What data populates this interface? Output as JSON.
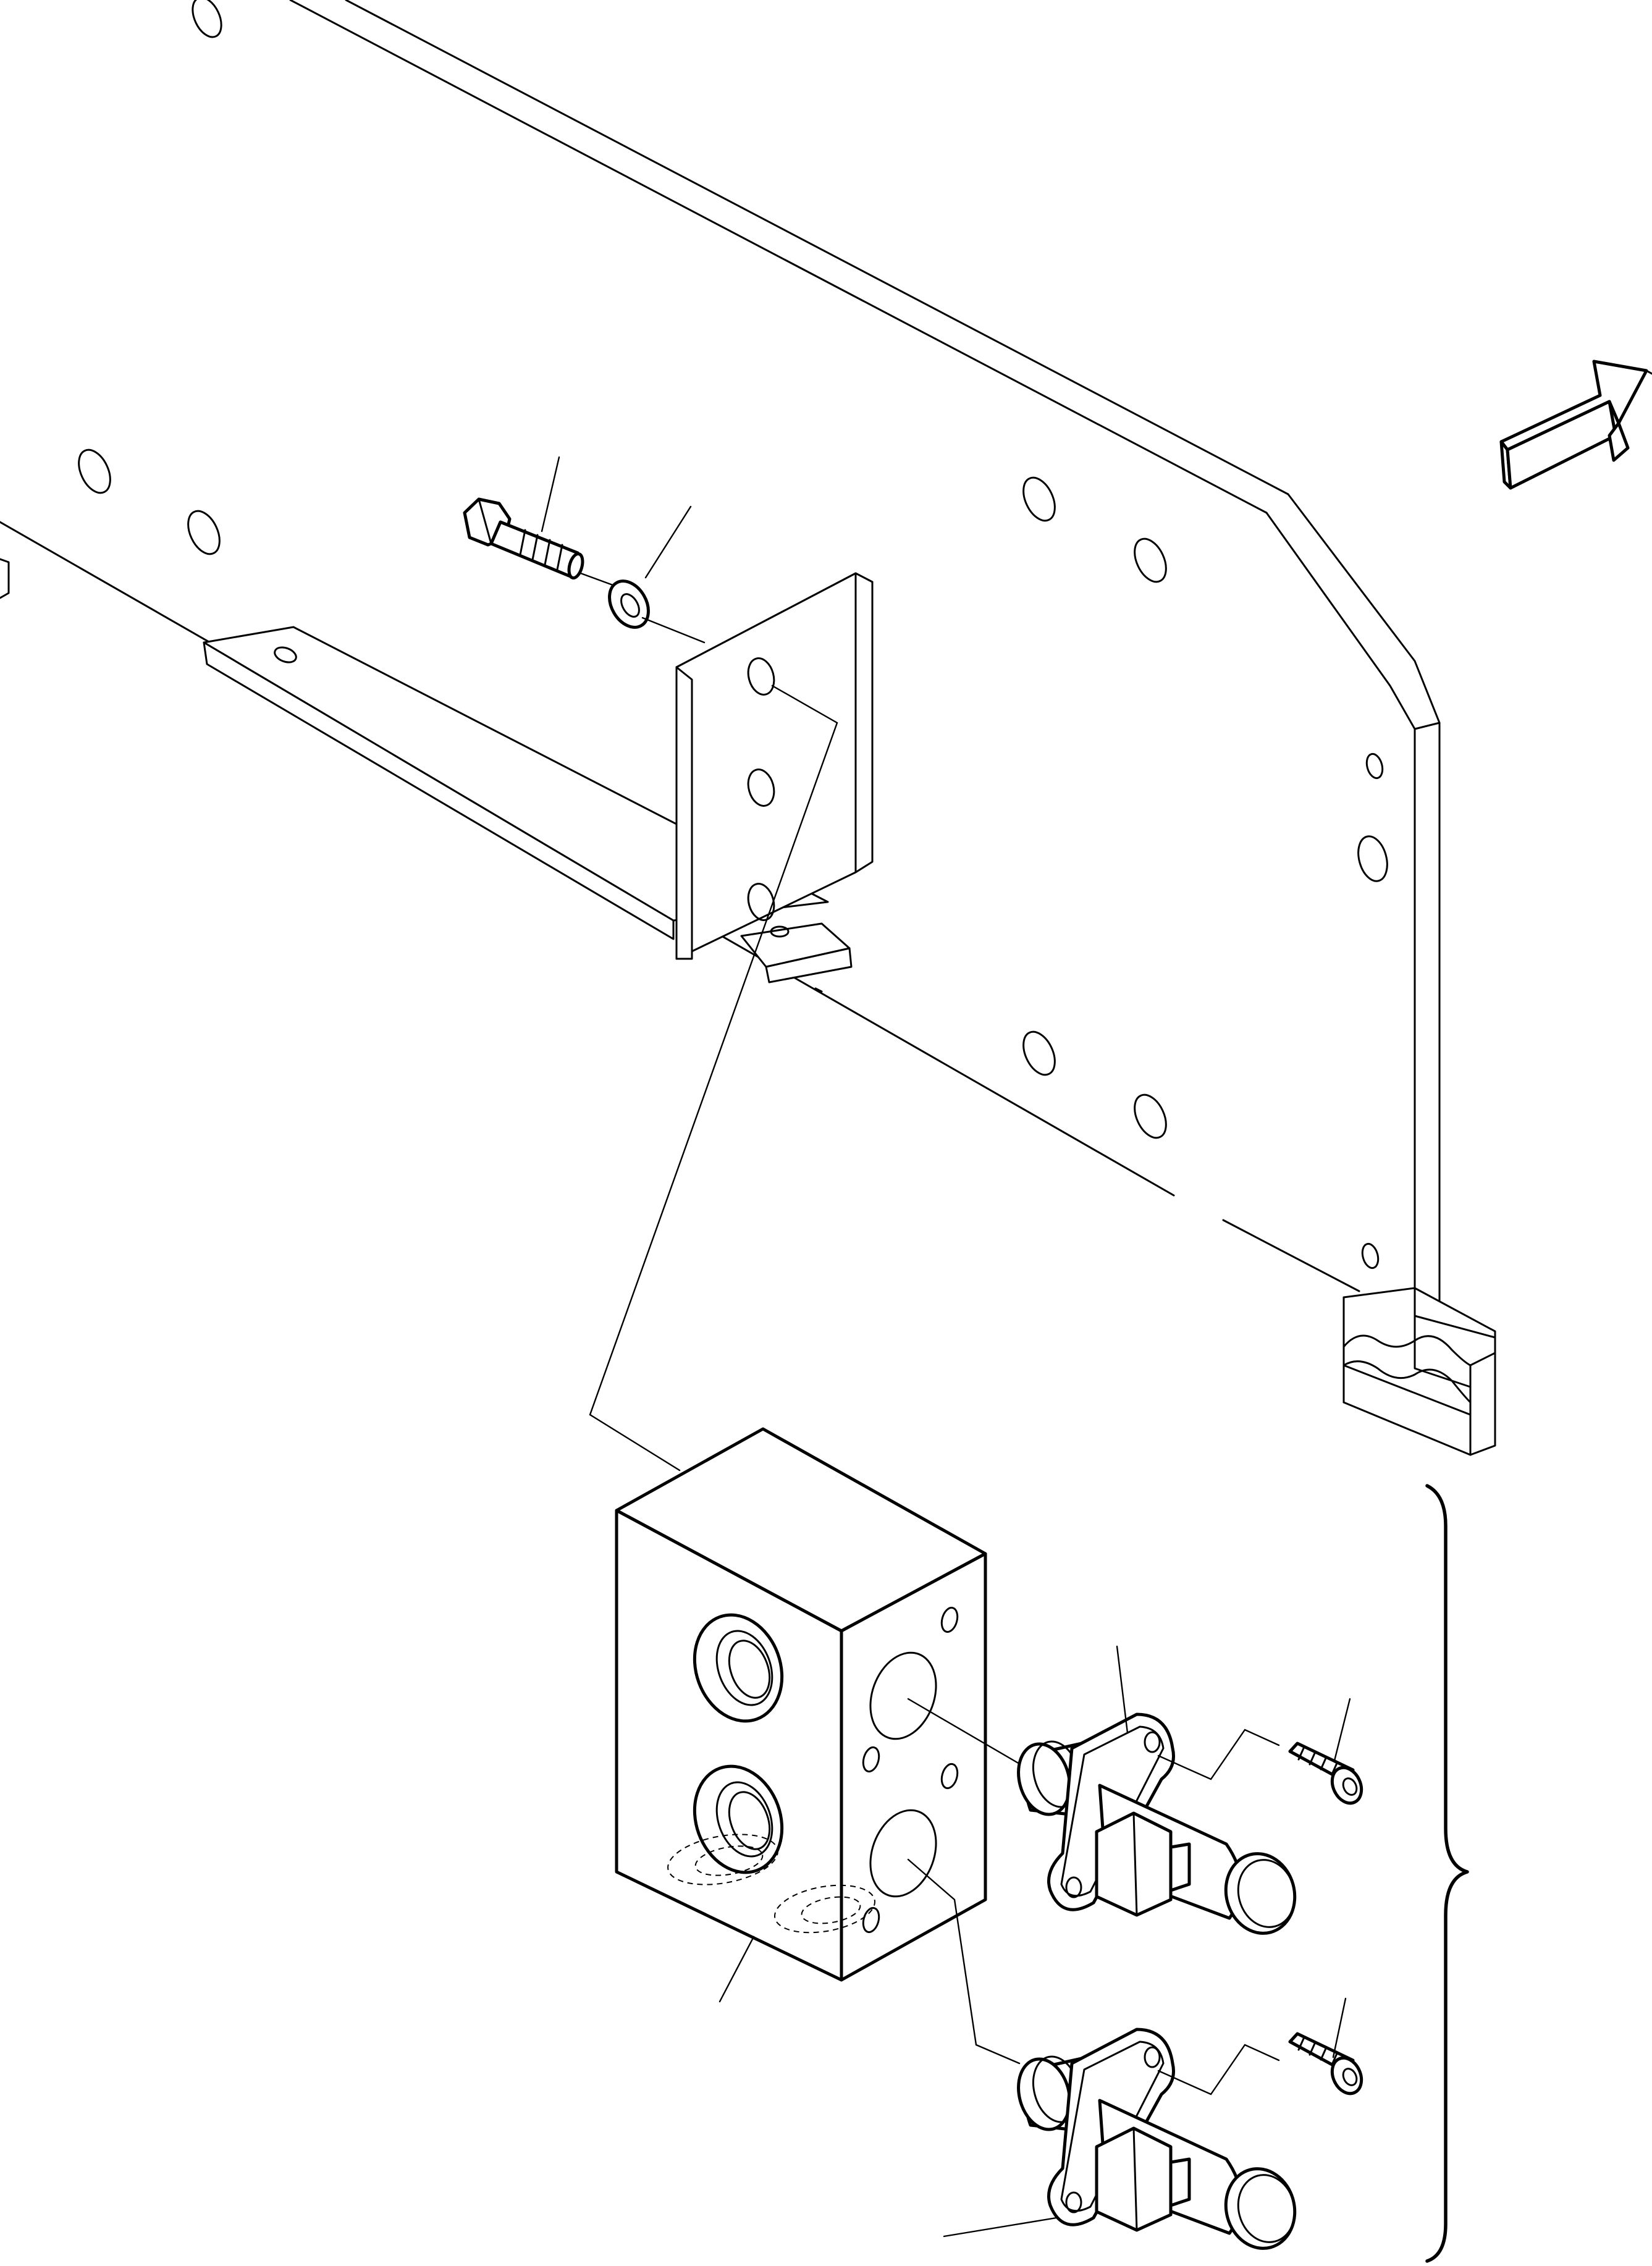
{
  "diagram": {
    "kind": "exploded parts illustration",
    "arrow_icon": "direction-arrow-icon",
    "parts": [
      {
        "name": "capscrew"
      },
      {
        "name": "washer"
      },
      {
        "name": "support-plate"
      },
      {
        "name": "valve-block"
      },
      {
        "name": "solenoid-valve-upper"
      },
      {
        "name": "solenoid-valve-lower"
      },
      {
        "name": "screw-upper"
      },
      {
        "name": "screw-lower"
      },
      {
        "name": "cable-clamp"
      }
    ]
  }
}
